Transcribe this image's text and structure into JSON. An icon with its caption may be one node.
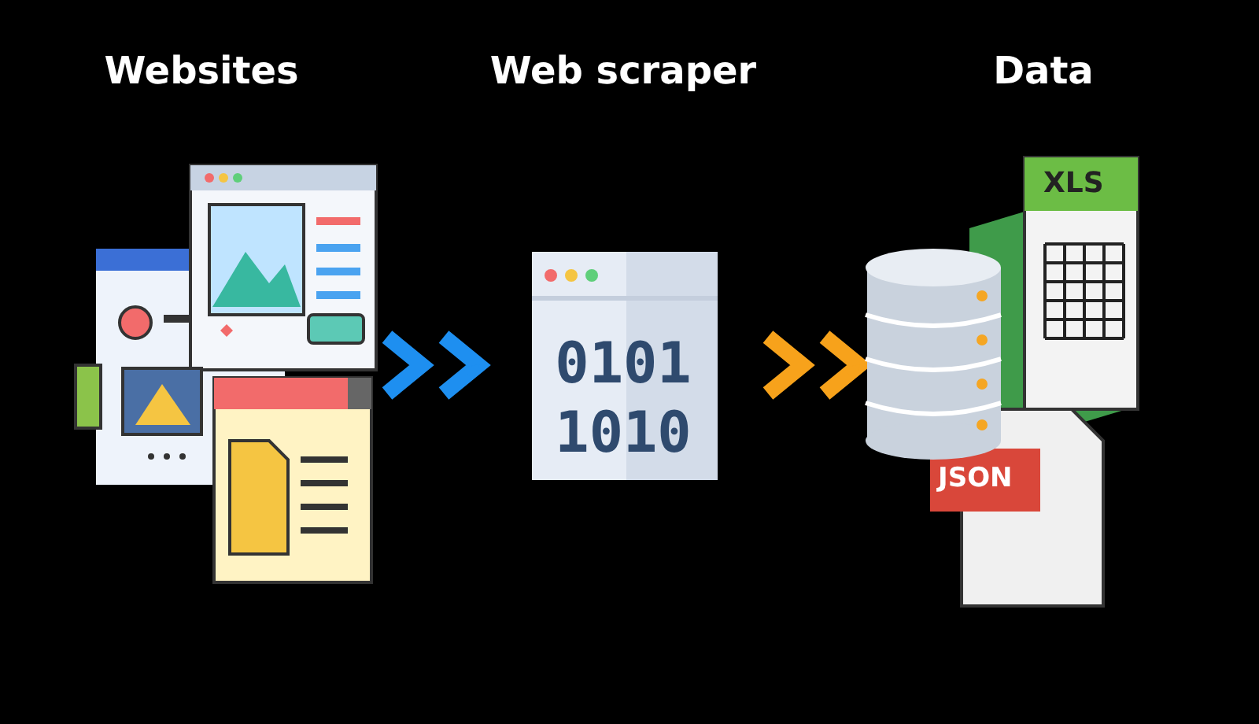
{
  "diagram": {
    "nodes": [
      {
        "text": [
          "Websites"
        ]
      },
      {
        "text": [
          "Web scraper",
          "0101",
          "1010"
        ]
      },
      {
        "text": [
          "Data",
          "XLS",
          "JSON"
        ]
      }
    ],
    "edges": [
      {
        "from": 0,
        "to": 1,
        "arrow": "to",
        "color": "#1e8ff0"
      },
      {
        "from": 1,
        "to": 2,
        "arrow": "to",
        "color": "#f7a21b"
      }
    ]
  }
}
